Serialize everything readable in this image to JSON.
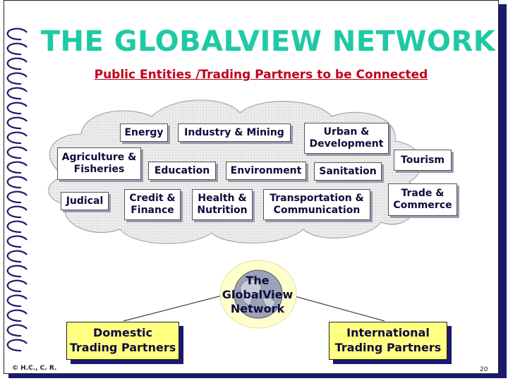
{
  "slide": {
    "title": "THE GLOBALVIEW NETWORK",
    "subtitle": "Public Entities /Trading Partners to be Connected",
    "center_label": "The\nGlobalView\nNetwork",
    "footer_left": "© H.C., C. R.",
    "page_number": "20"
  },
  "entities": [
    {
      "label": "Energy"
    },
    {
      "label": "Industry & Mining"
    },
    {
      "label": "Urban &\nDevelopment"
    },
    {
      "label": "Agriculture &\nFisheries"
    },
    {
      "label": "Education"
    },
    {
      "label": "Environment"
    },
    {
      "label": "Sanitation"
    },
    {
      "label": "Judical"
    },
    {
      "label": "Credit &\nFinance"
    },
    {
      "label": "Health &\nNutrition"
    },
    {
      "label": "Transportation &\nCommunication"
    },
    {
      "label": "Tourism"
    },
    {
      "label": "Trade &\nCommerce"
    }
  ],
  "partners": {
    "domestic": "Domestic\nTrading Partners",
    "international": "International\nTrading Partners"
  },
  "colors": {
    "title": "#1fc9a6",
    "subtitle": "#c0001a",
    "partner_fill": "#ffff80",
    "frame": "#1a1a6e",
    "cloud": "#dcdcdc"
  }
}
